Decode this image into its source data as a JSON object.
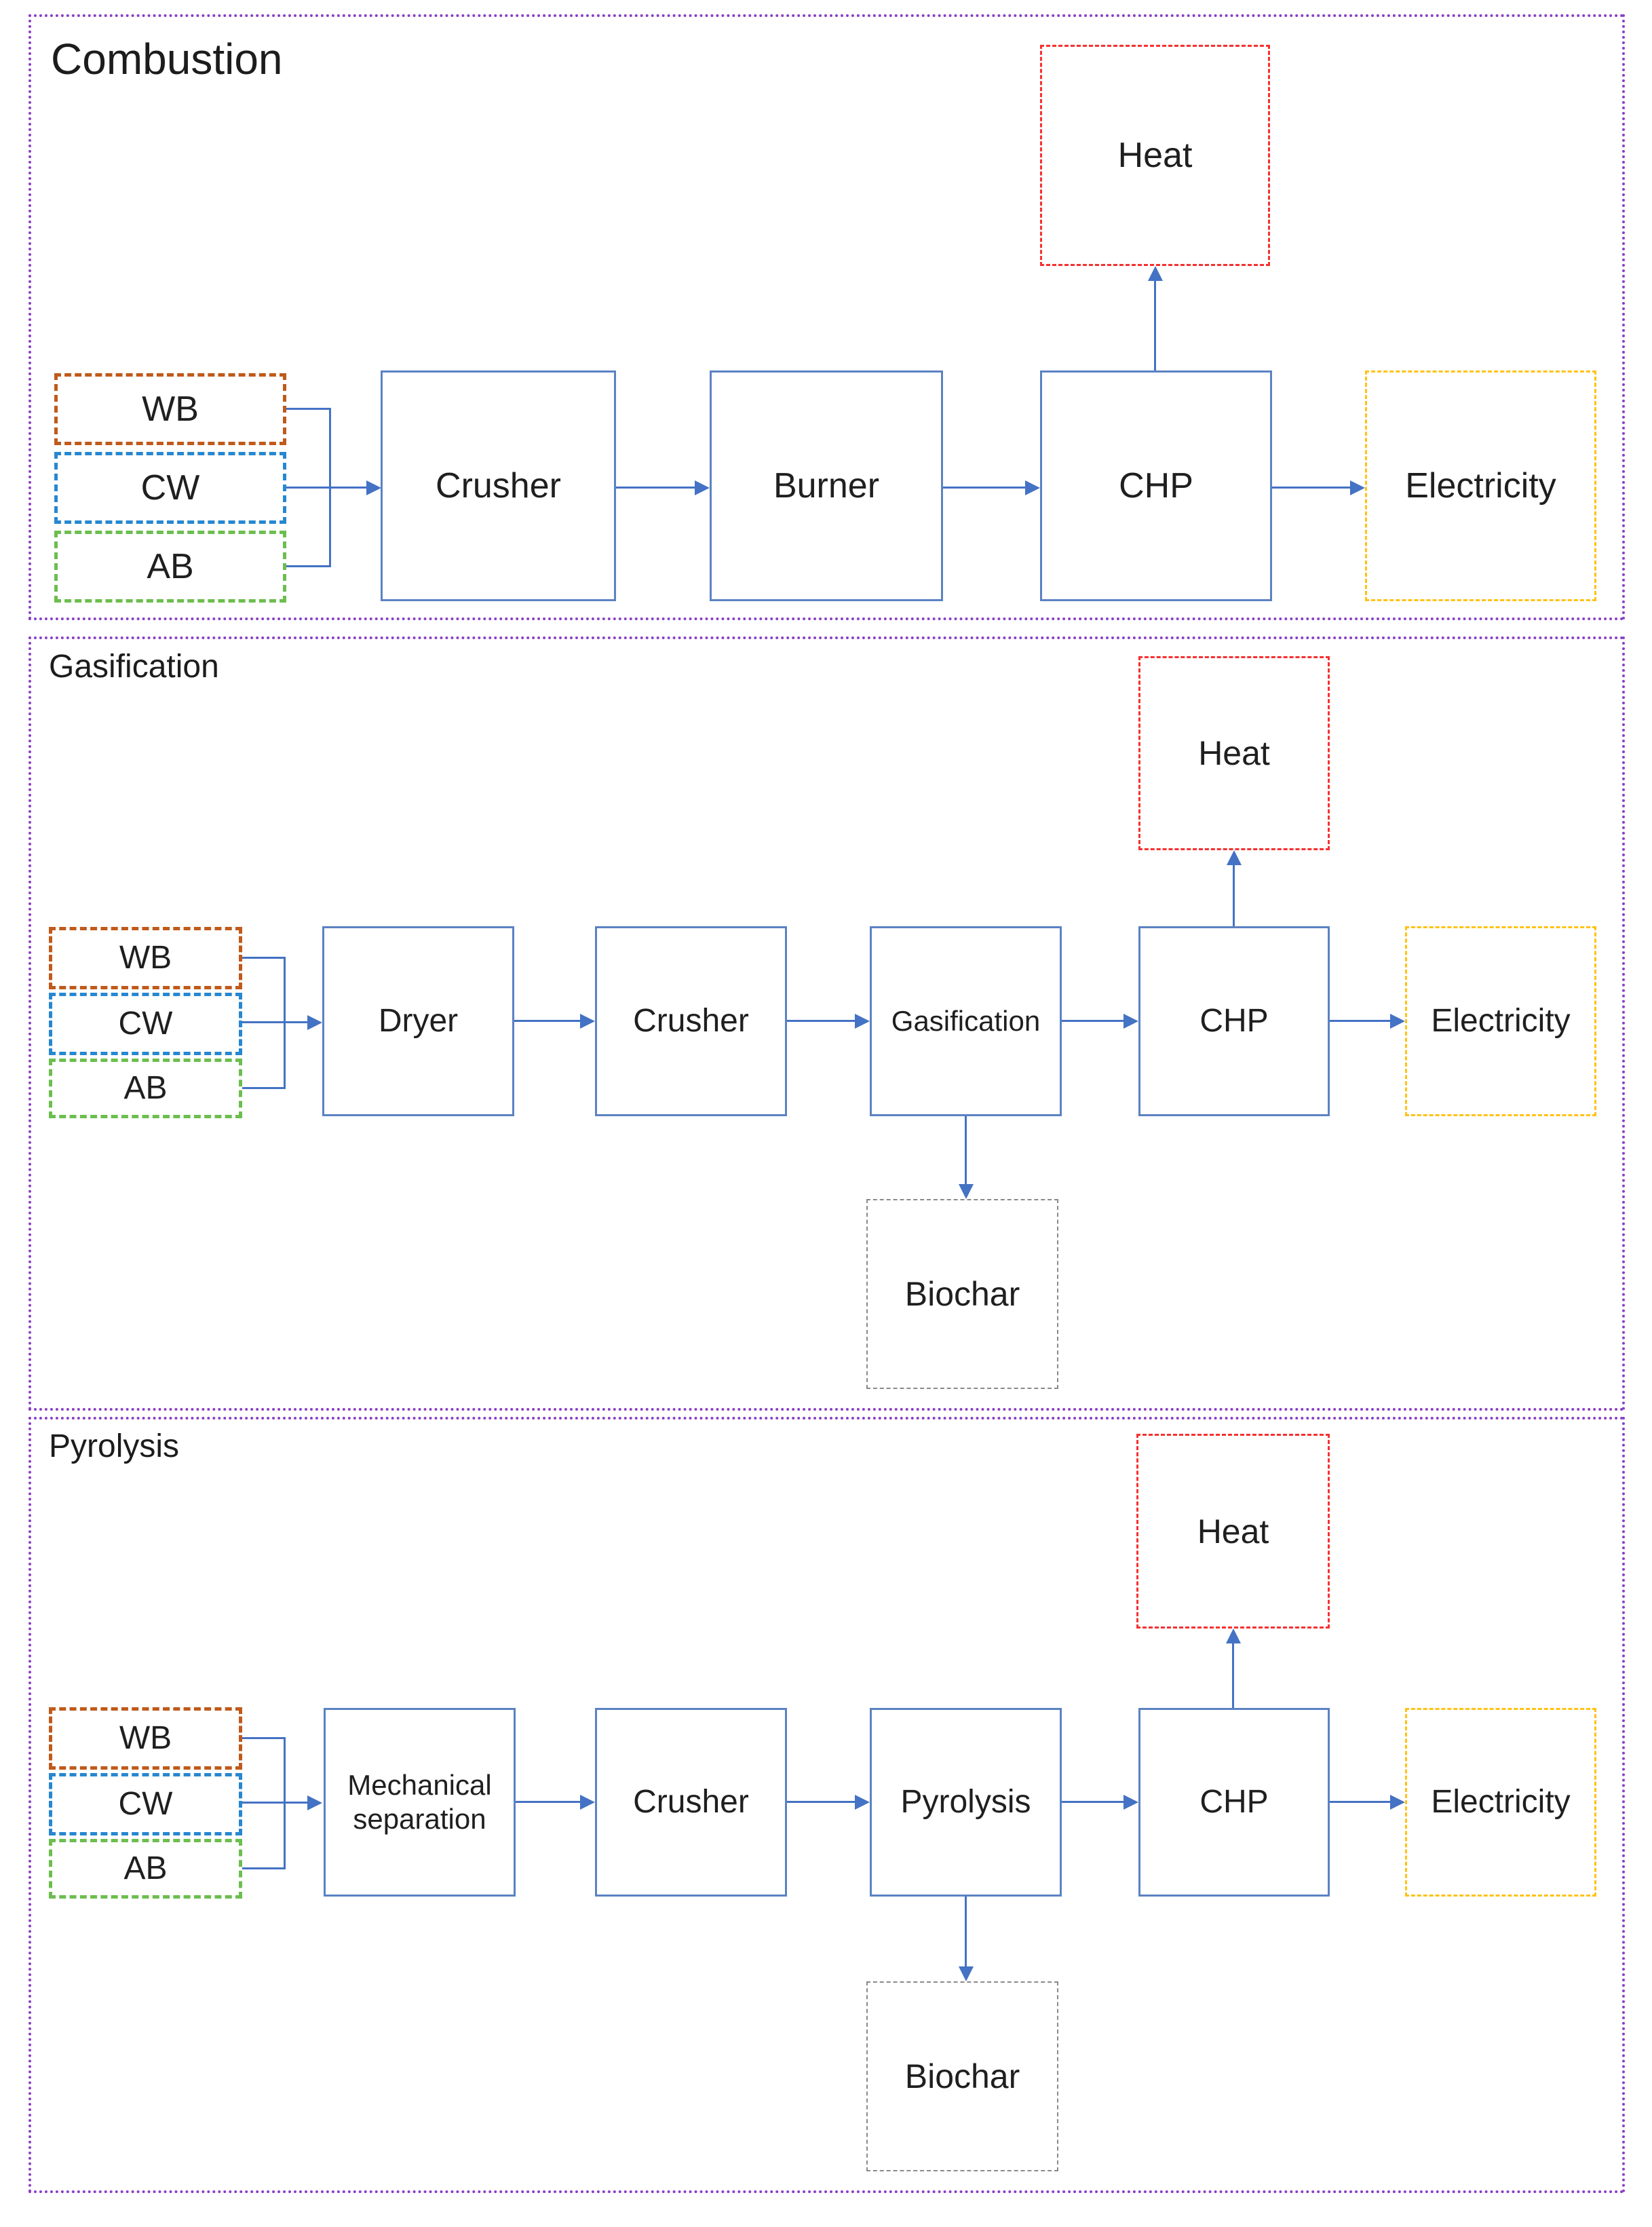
{
  "colors": {
    "flow_blue": "#4472C4",
    "process_border_blue": "#5B82C3",
    "wb_orange": "#C05A1A",
    "cw_blue": "#2787D0",
    "ab_green": "#6CBE4E",
    "heat_red": "#F53131",
    "electricity_gold": "#FFC215",
    "biochar_gray": "#8A8A8A",
    "panel_border_purple": "#8A3FC6"
  },
  "panels": [
    {
      "title": "Combustion",
      "feedstocks": [
        {
          "label": "WB"
        },
        {
          "label": "CW"
        },
        {
          "label": "AB"
        }
      ],
      "steps": [
        {
          "label": "Crusher"
        },
        {
          "label": "Burner"
        },
        {
          "label": "CHP"
        }
      ],
      "outputs": {
        "heat": "Heat",
        "electricity": "Electricity"
      }
    },
    {
      "title": "Gasification",
      "feedstocks": [
        {
          "label": "WB"
        },
        {
          "label": "CW"
        },
        {
          "label": "AB"
        }
      ],
      "steps": [
        {
          "label": "Dryer"
        },
        {
          "label": "Crusher"
        },
        {
          "label": "Gasification"
        },
        {
          "label": "CHP"
        }
      ],
      "outputs": {
        "heat": "Heat",
        "electricity": "Electricity",
        "biochar": "Biochar"
      }
    },
    {
      "title": "Pyrolysis",
      "feedstocks": [
        {
          "label": "WB"
        },
        {
          "label": "CW"
        },
        {
          "label": "AB"
        }
      ],
      "steps": [
        {
          "label": "Mechanical separation"
        },
        {
          "label": "Crusher"
        },
        {
          "label": "Pyrolysis"
        },
        {
          "label": "CHP"
        }
      ],
      "outputs": {
        "heat": "Heat",
        "electricity": "Electricity",
        "biochar": "Biochar"
      }
    }
  ]
}
